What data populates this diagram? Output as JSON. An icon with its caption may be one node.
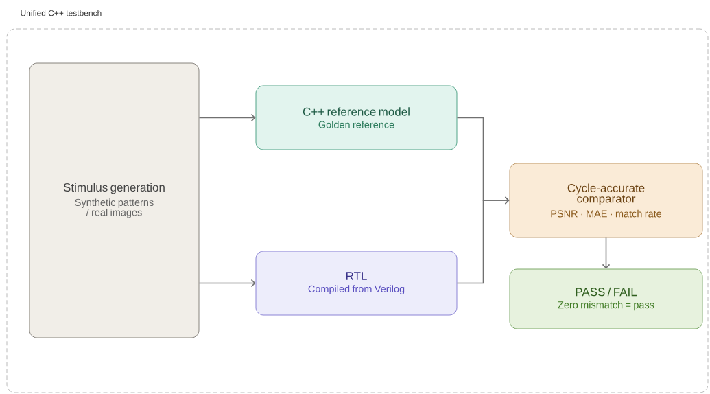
{
  "diagram": {
    "nodes": [
      {
        "text": [
          "Unified C++ testbench"
        ]
      },
      {
        "text": [
          "Stimulus generation",
          "Synthetic patterns / real images"
        ],
        "in": 0
      },
      {
        "text": [
          "C++ reference model",
          "Golden reference"
        ],
        "in": 0
      },
      {
        "text": [
          "RTL",
          "Compiled from Verilog"
        ],
        "in": 0
      },
      {
        "text": [
          "Cycle-accurate comparator",
          "PSNR · MAE · match rate"
        ],
        "in": 0
      },
      {
        "text": [
          "PASS / FAIL",
          "Zero mismatch = pass"
        ],
        "in": 0
      }
    ],
    "edges": [
      {
        "from": 1,
        "to": 2,
        "arrow": "to"
      },
      {
        "from": 1,
        "to": 3,
        "arrow": "to"
      },
      {
        "from": 2,
        "to": 4,
        "arrow": "to"
      },
      {
        "from": 3,
        "to": 4,
        "arrow": "to"
      },
      {
        "from": 4,
        "to": 5,
        "arrow": "to"
      }
    ]
  }
}
